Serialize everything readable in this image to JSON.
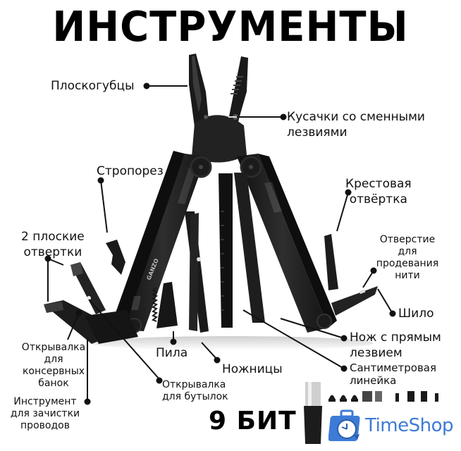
{
  "title": "ИНСТРУМЕНТЫ",
  "labels": {
    "pliers": "Плоскогубцы",
    "wire_cutters_line1": "Кусачки со сменными",
    "wire_cutters_line2": "лезвиями",
    "strap_cutter": "Стропорез",
    "phillips_line1": "Крестовая",
    "phillips_line2": "отвёртка",
    "flat_screwdrivers_line1": "2 плоские",
    "flat_screwdrivers_line2": "отвертки",
    "thread_hole_line1": "Отверстие",
    "thread_hole_line2": "для",
    "thread_hole_line3": "продевания",
    "thread_hole_line4": "нити",
    "awl": "Шило",
    "can_opener_line1": "Открывалка",
    "can_opener_line2": "для",
    "can_opener_line3": "консервных",
    "can_opener_line4": "банок",
    "saw": "Пила",
    "knife_line1": "Нож с прямым",
    "knife_line2": "лезвием",
    "scissors": "Ножницы",
    "ruler_line1": "Сантиметровая",
    "ruler_line2": "линейка",
    "bottle_opener_line1": "Открывалка",
    "bottle_opener_line2": "для бутылок",
    "wire_stripper_line1": "Инструмент",
    "wire_stripper_line2": "для зачистки",
    "wire_stripper_line3": "проводов"
  },
  "bits": {
    "label": "9 БИТ",
    "count": 9
  },
  "product_brand_engraving": "GANZO",
  "watermark": {
    "name": "TimeShop",
    "color": "#3d7bd6",
    "icon": "clock-bag-icon"
  },
  "colors": {
    "tool_body": "#1c1c1c",
    "tool_highlight": "#3a3a3a",
    "callout_line": "#111111"
  }
}
